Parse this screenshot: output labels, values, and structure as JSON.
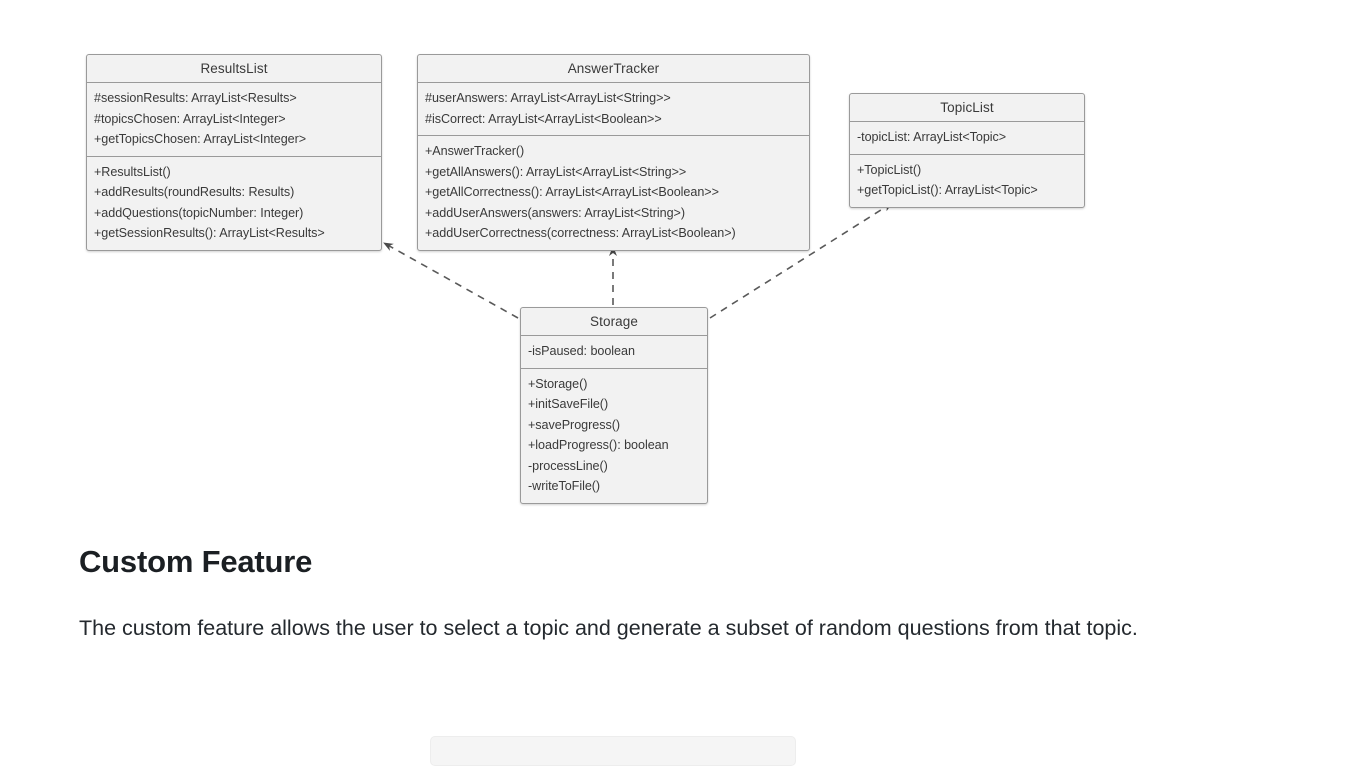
{
  "diagram": {
    "type": "uml-class-diagram",
    "classes": [
      {
        "id": "results-list",
        "name": "ResultsList",
        "attributes": [
          "#sessionResults: ArrayList<Results>",
          "#topicsChosen: ArrayList<Integer>",
          "+getTopicsChosen: ArrayList<Integer>"
        ],
        "methods": [
          "+ResultsList()",
          "+addResults(roundResults: Results)",
          "+addQuestions(topicNumber: Integer)",
          "+getSessionResults(): ArrayList<Results>"
        ]
      },
      {
        "id": "answer-tracker",
        "name": "AnswerTracker",
        "attributes": [
          "#userAnswers: ArrayList<ArrayList<String>>",
          "#isCorrect: ArrayList<ArrayList<Boolean>>"
        ],
        "methods": [
          "+AnswerTracker()",
          "+getAllAnswers(): ArrayList<ArrayList<String>>",
          "+getAllCorrectness(): ArrayList<ArrayList<Boolean>>",
          "+addUserAnswers(answers: ArrayList<String>)",
          "+addUserCorrectness(correctness: ArrayList<Boolean>)"
        ]
      },
      {
        "id": "topic-list",
        "name": "TopicList",
        "attributes": [
          "-topicList: ArrayList<Topic>"
        ],
        "methods": [
          "+TopicList()",
          "+getTopicList(): ArrayList<Topic>"
        ]
      },
      {
        "id": "storage",
        "name": "Storage",
        "attributes": [
          "-isPaused: boolean"
        ],
        "methods": [
          "+Storage()",
          "+initSaveFile()",
          "+saveProgress()",
          "+loadProgress(): boolean",
          "-processLine()",
          "-writeToFile()"
        ]
      }
    ],
    "relationships": [
      {
        "from": "storage",
        "to": "results-list",
        "style": "dashed",
        "arrow": "open",
        "kind": "dependency"
      },
      {
        "from": "storage",
        "to": "answer-tracker",
        "style": "dashed",
        "arrow": "open",
        "kind": "dependency"
      },
      {
        "from": "storage",
        "to": "topic-list",
        "style": "dashed",
        "arrow": "open",
        "kind": "dependency"
      }
    ],
    "colors": {
      "box_fill": "#f2f2f2",
      "box_border": "#9a9a9a",
      "text": "#3a3a3a",
      "edge": "#595959"
    }
  },
  "prose": {
    "heading": "Custom Feature",
    "paragraph": "The custom feature allows the user to select a topic and generate a subset of random questions from that topic."
  }
}
